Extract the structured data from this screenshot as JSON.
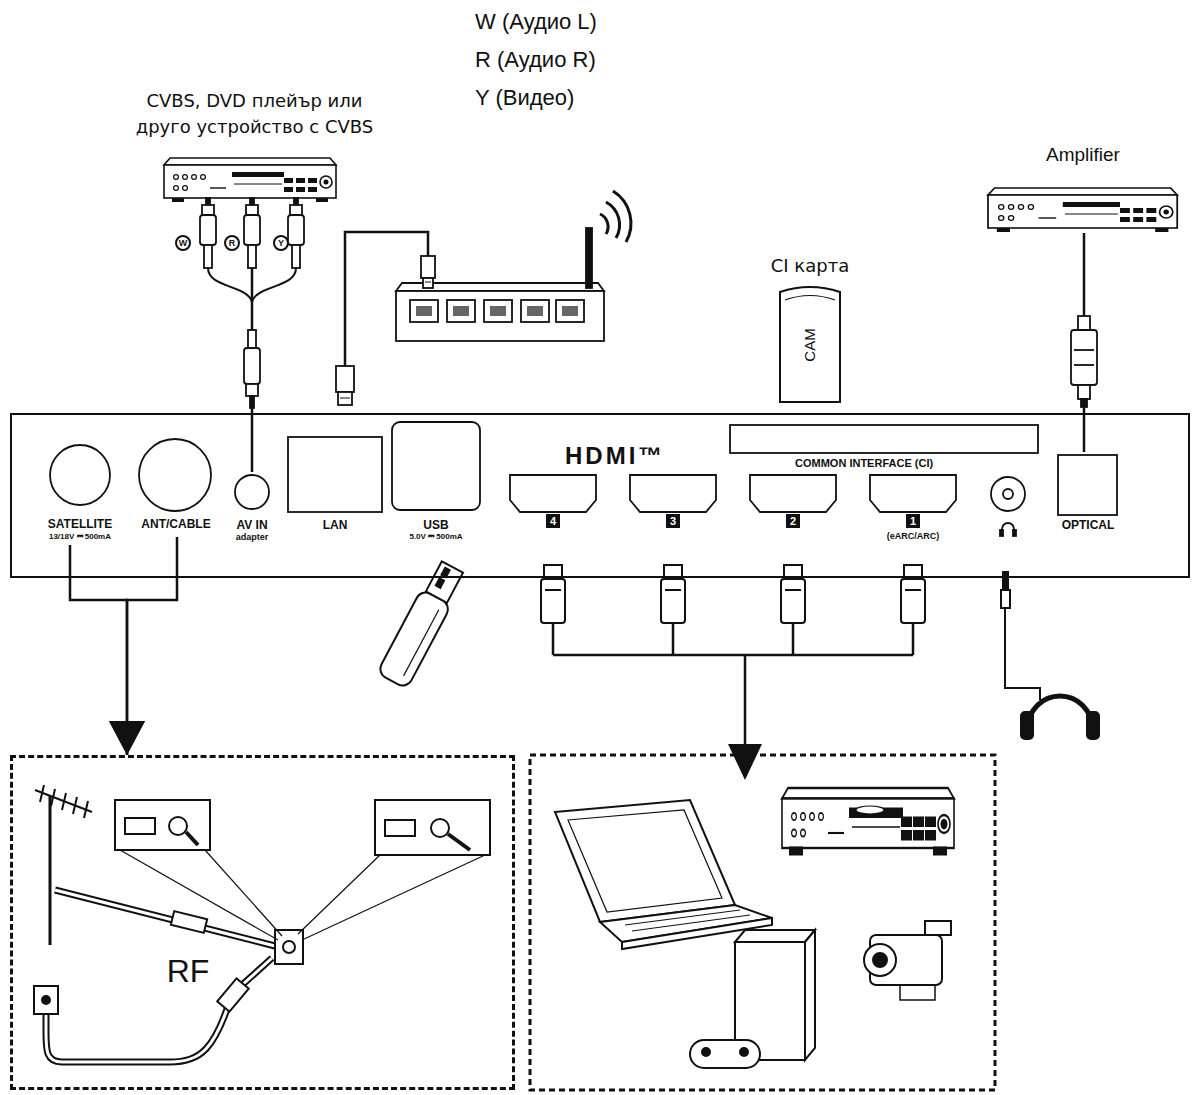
{
  "diagram": {
    "nodes": [
      {
        "text": [
          "CVBS, DVD плейър или друго устройство с CVBS"
        ]
      },
      {
        "text": [
          "Amplifier"
        ]
      },
      {
        "text": [
          "CI карта",
          "CAM"
        ]
      },
      {
        "text": [
          "HDMI™",
          "COMMON INTERFACE (CI)"
        ]
      },
      {
        "text": [
          "SATELLITE",
          "13/18V ⎓ 500mA"
        ],
        "in": 3
      },
      {
        "text": [
          "ANT/CABLE"
        ],
        "in": 3
      },
      {
        "text": [
          "AV IN",
          "adapter"
        ],
        "in": 3
      },
      {
        "text": [
          "LAN"
        ],
        "in": 3
      },
      {
        "text": [
          "USB",
          "5.0V ⎓ 500mA"
        ],
        "in": 3
      },
      {
        "text": [
          "4"
        ],
        "in": 3
      },
      {
        "text": [
          "3"
        ],
        "in": 3
      },
      {
        "text": [
          "2"
        ],
        "in": 3
      },
      {
        "text": [
          "1",
          "(eARC/ARC)"
        ],
        "in": 3
      },
      {
        "text": [
          "OPTICAL"
        ],
        "in": 3
      },
      {
        "text": [
          "RF"
        ]
      }
    ],
    "edges": [
      {
        "from": 0,
        "to": 6,
        "arrow": "none"
      },
      {
        "from": 1,
        "to": 13,
        "arrow": "none"
      },
      {
        "from": 4,
        "to": 14,
        "arrow": "to"
      },
      {
        "from": 5,
        "to": 14,
        "arrow": "to"
      }
    ],
    "labels": [
      "W (Аудио L)",
      "R (Аудио R)",
      "Y (Видео)",
      "W",
      "R",
      "Y"
    ]
  }
}
